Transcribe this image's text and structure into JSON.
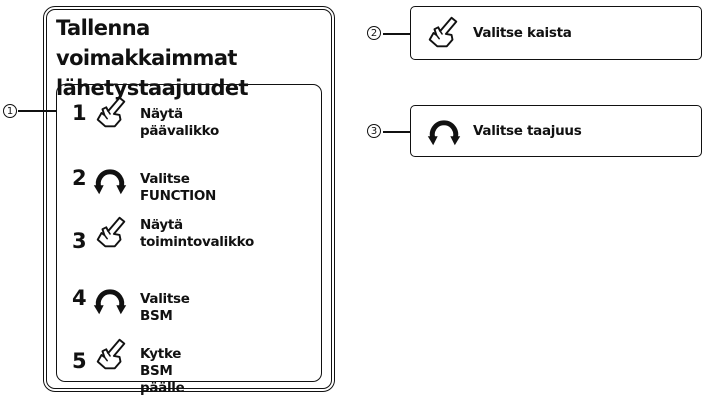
{
  "panel": {
    "title": "Tallenna voimakkaimmat\nlähetystaajuudet",
    "steps": [
      {
        "number": "1",
        "icon": "pointing-hand-icon",
        "text": "Näytä päävalikko"
      },
      {
        "number": "2",
        "icon": "rotate-knob-icon",
        "text": "Valitse FUNCTION"
      },
      {
        "number": "3",
        "icon": "pointing-hand-icon",
        "text": "Näytä\ntoimintovalikko"
      },
      {
        "number": "4",
        "icon": "rotate-knob-icon",
        "text": "Valitse BSM"
      },
      {
        "number": "5",
        "icon": "pointing-hand-icon",
        "text": "Kytke BSM päälle"
      }
    ]
  },
  "callouts": [
    {
      "marker": "1"
    },
    {
      "marker": "2",
      "icon": "pointing-hand-icon",
      "text": "Valitse kaista"
    },
    {
      "marker": "3",
      "icon": "rotate-knob-icon",
      "text": "Valitse taajuus"
    }
  ]
}
